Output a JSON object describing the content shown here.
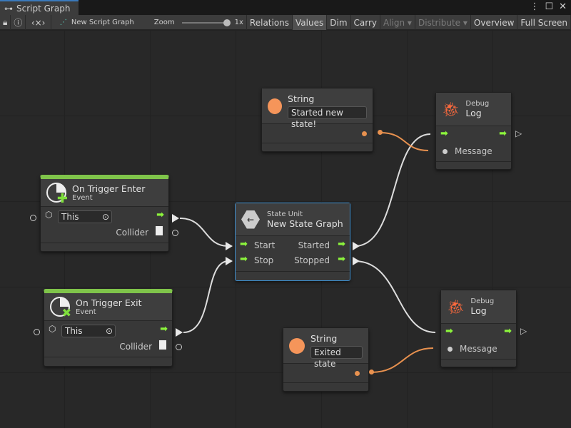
{
  "window": {
    "tab_title": "Script Graph",
    "tab_icon": "hierarchy-icon",
    "controls": [
      "more-icon",
      "maximize-icon",
      "close-icon"
    ]
  },
  "toolbar": {
    "graph_name": "New Script Graph",
    "zoom_label": "Zoom",
    "zoom_value": "1x",
    "zoom_level": 1.0,
    "buttons": [
      {
        "label": "Relations",
        "active": false,
        "enabled": true
      },
      {
        "label": "Values",
        "active": true,
        "enabled": true
      },
      {
        "label": "Dim",
        "active": false,
        "enabled": true
      },
      {
        "label": "Carry",
        "active": false,
        "enabled": true
      },
      {
        "label": "Align ▾",
        "active": false,
        "enabled": false
      },
      {
        "label": "Distribute ▾",
        "active": false,
        "enabled": false
      },
      {
        "label": "Overview",
        "active": false,
        "enabled": true
      },
      {
        "label": "Full Screen",
        "active": false,
        "enabled": true
      }
    ]
  },
  "nodes": {
    "string1": {
      "title": "String",
      "value": "Started new state!"
    },
    "debug1": {
      "category": "Debug",
      "title": "Log",
      "port": "Message"
    },
    "enter": {
      "title": "On Trigger Enter",
      "subtitle": "Event",
      "target": "This",
      "output": "Collider",
      "accent": "#7fc44a"
    },
    "state": {
      "category": "State Unit",
      "title": "New  State  Graph",
      "in1": "Start",
      "in2": "Stop",
      "out1": "Started",
      "out2": "Stopped"
    },
    "exit": {
      "title": "On Trigger Exit",
      "subtitle": "Event",
      "target": "This",
      "output": "Collider",
      "accent": "#7fc44a"
    },
    "string2": {
      "title": "String",
      "value": "Exited state"
    },
    "debug2": {
      "category": "Debug",
      "title": "Log",
      "port": "Message"
    }
  },
  "colors": {
    "control_port": "#8cf43c",
    "string_port": "#e8914f",
    "selection": "#3e8fcf",
    "debug_icon": "#ff6a3d"
  }
}
